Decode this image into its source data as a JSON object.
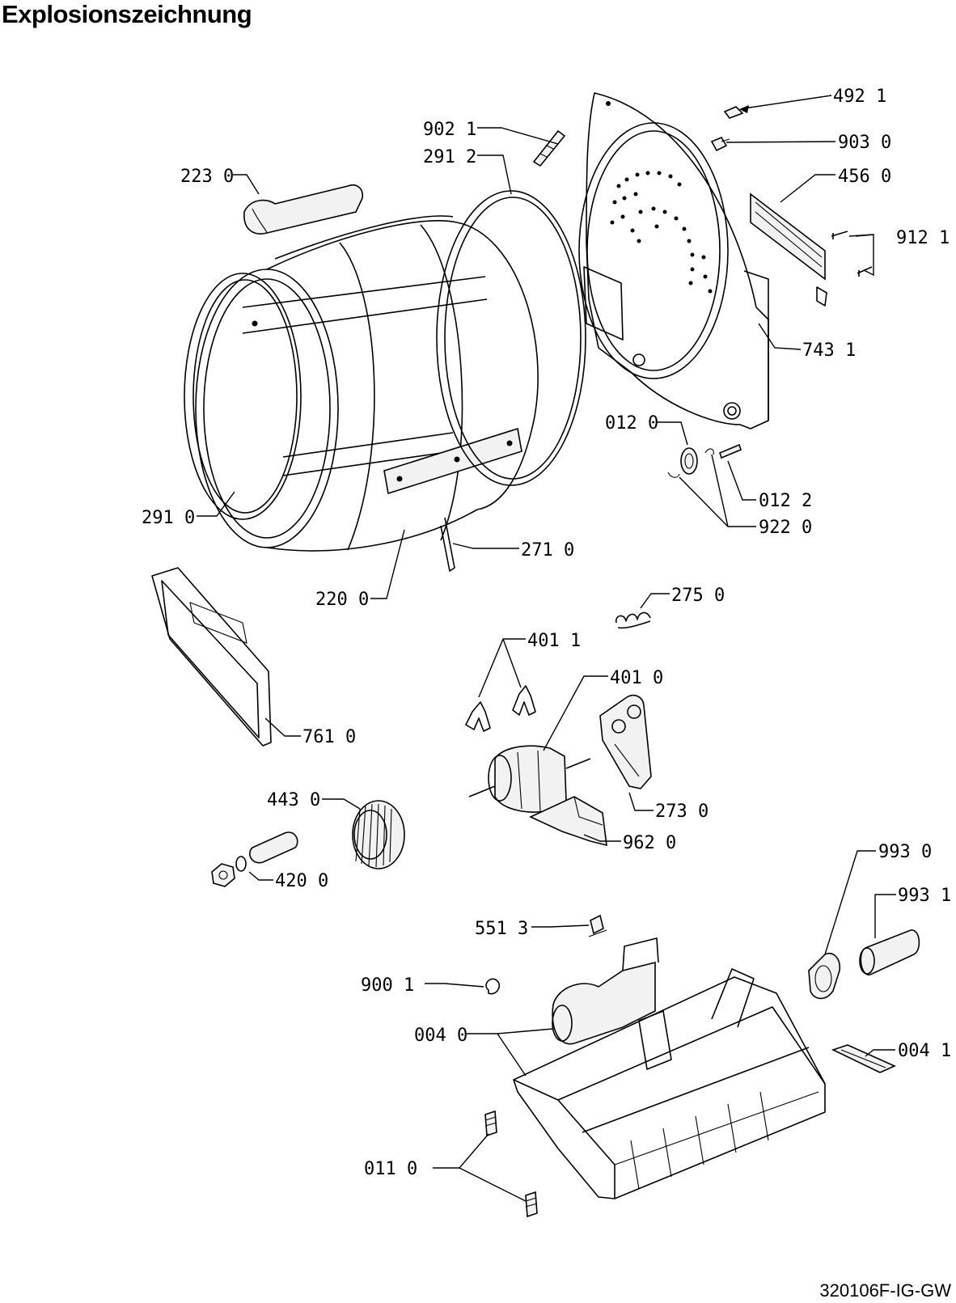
{
  "title": "Explosionszeichnung",
  "document_code": "320106F-IG-GW",
  "callouts": {
    "c492_1": "492 1",
    "c902_1": "902 1",
    "c903_0": "903 0",
    "c291_2": "291 2",
    "c223_0": "223 0",
    "c456_0": "456 0",
    "c912_1": "912 1",
    "c743_1": "743 1",
    "c012_0": "012 0",
    "c012_2": "012 2",
    "c922_0": "922 0",
    "c291_0": "291 0",
    "c271_0": "271 0",
    "c220_0": "220 0",
    "c275_0": "275 0",
    "c401_1": "401 1",
    "c401_0": "401 0",
    "c761_0": "761 0",
    "c273_0": "273 0",
    "c443_0": "443 0",
    "c962_0": "962 0",
    "c420_0": "420 0",
    "c993_0": "993 0",
    "c993_1": "993 1",
    "c551_3": "551 3",
    "c900_1": "900 1",
    "c004_0": "004 0",
    "c004_1": "004 1",
    "c011_0": "011 0"
  }
}
